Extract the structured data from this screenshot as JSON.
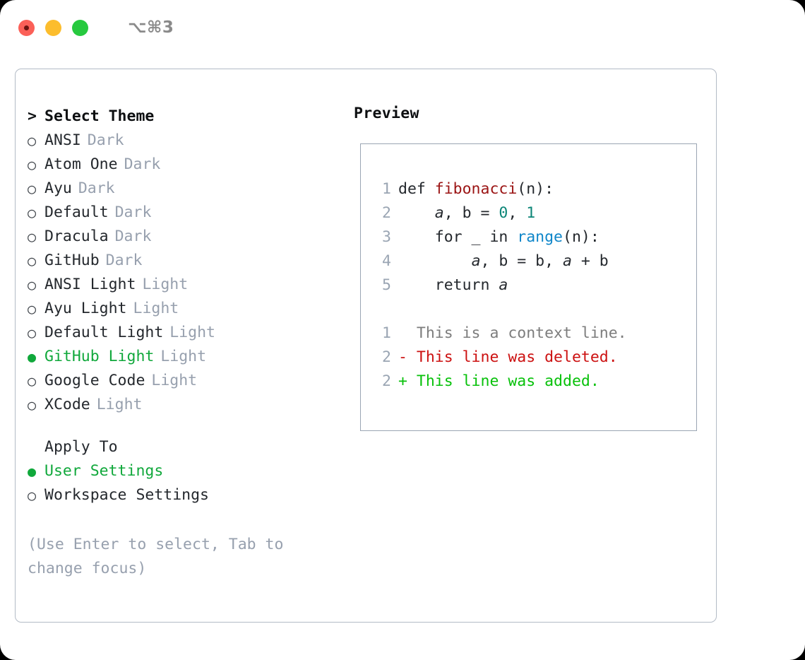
{
  "window": {
    "shortcut_label": "⌥⌘3",
    "traffic_lights": [
      "close",
      "minimize",
      "zoom"
    ]
  },
  "theme_selector": {
    "header": "Select Theme",
    "header_caret": ">",
    "bullet_unselected": "○",
    "bullet_selected": "●",
    "items": [
      {
        "name": "ANSI",
        "variant": "Dark",
        "selected": false
      },
      {
        "name": "Atom One",
        "variant": "Dark",
        "selected": false
      },
      {
        "name": "Ayu",
        "variant": "Dark",
        "selected": false
      },
      {
        "name": "Default",
        "variant": "Dark",
        "selected": false
      },
      {
        "name": "Dracula",
        "variant": "Dark",
        "selected": false
      },
      {
        "name": "GitHub",
        "variant": "Dark",
        "selected": false
      },
      {
        "name": "ANSI Light",
        "variant": "Light",
        "selected": false
      },
      {
        "name": "Ayu Light",
        "variant": "Light",
        "selected": false
      },
      {
        "name": "Default Light",
        "variant": "Light",
        "selected": false
      },
      {
        "name": "GitHub Light",
        "variant": "Light",
        "selected": true
      },
      {
        "name": "Google Code",
        "variant": "Light",
        "selected": false
      },
      {
        "name": "XCode",
        "variant": "Light",
        "selected": false
      }
    ]
  },
  "apply_to": {
    "header": "Apply To",
    "items": [
      {
        "name": "User Settings",
        "selected": true
      },
      {
        "name": "Workspace Settings",
        "selected": false
      }
    ]
  },
  "hint": "(Use Enter to select, Tab to change focus)",
  "preview": {
    "title": "Preview",
    "code_lines": [
      {
        "no": "1",
        "segments": [
          {
            "text": "def ",
            "type": "plain"
          },
          {
            "text": "fibonacci",
            "type": "fn"
          },
          {
            "text": "(n):",
            "type": "plain"
          }
        ]
      },
      {
        "no": "2",
        "segments": [
          {
            "text": "    ",
            "type": "plain"
          },
          {
            "text": "a",
            "type": "var"
          },
          {
            "text": ", b = ",
            "type": "plain"
          },
          {
            "text": "0",
            "type": "num"
          },
          {
            "text": ", ",
            "type": "plain"
          },
          {
            "text": "1",
            "type": "num"
          }
        ]
      },
      {
        "no": "3",
        "segments": [
          {
            "text": "    for _ in ",
            "type": "plain"
          },
          {
            "text": "range",
            "type": "builtin"
          },
          {
            "text": "(n):",
            "type": "plain"
          }
        ]
      },
      {
        "no": "4",
        "segments": [
          {
            "text": "        ",
            "type": "plain"
          },
          {
            "text": "a",
            "type": "var"
          },
          {
            "text": ", b = b, ",
            "type": "plain"
          },
          {
            "text": "a",
            "type": "var"
          },
          {
            "text": " + b",
            "type": "plain"
          }
        ]
      },
      {
        "no": "5",
        "segments": [
          {
            "text": "    return ",
            "type": "plain"
          },
          {
            "text": "a",
            "type": "var"
          }
        ]
      }
    ],
    "diff_lines": [
      {
        "no": "1",
        "marker": " ",
        "text": " This is a context line.",
        "type": "context"
      },
      {
        "no": "2",
        "marker": "-",
        "text": " This line was deleted.",
        "type": "deleted"
      },
      {
        "no": "2",
        "marker": "+",
        "text": " This line was added.",
        "type": "added"
      }
    ]
  },
  "colors": {
    "accent_green": "#10a83b",
    "muted_gray": "#97a0ae",
    "panel_border": "#b3bbc6",
    "preview_border": "#9aa5b3",
    "diff_deleted": "#cc1111",
    "diff_added": "#07c10a",
    "token_function": "#9b1414",
    "token_number": "#0c8577",
    "token_builtin": "#0f86c9",
    "traffic_red": "#fb6058",
    "traffic_yellow": "#fcbd2d",
    "traffic_green": "#27c93f"
  }
}
